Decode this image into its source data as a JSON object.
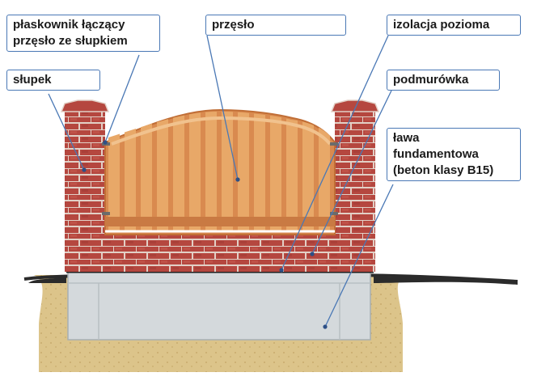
{
  "labels": {
    "plaskownik": {
      "line1": "płaskownik łączący",
      "line2": "przęsło ze słupkiem"
    },
    "przeslo": {
      "text": "przęsło"
    },
    "izolacja": {
      "text": "izolacja pozioma"
    },
    "slupek": {
      "text": "słupek"
    },
    "podmurowka": {
      "text": "podmurówka"
    },
    "lawa": {
      "line1": "ława",
      "line2": "fundamentowa",
      "line3": "(beton klasy B15)"
    }
  },
  "colors": {
    "brick": "#b5473f",
    "mortar": "#e2d0c6",
    "panel": "#d98a4f",
    "panel_slat": "#e8a868",
    "concrete": "#d4d9dc",
    "ground": "#dcc48a",
    "ground_top": "#2b2b2b",
    "leader": "#4a78b5",
    "label_border": "#4a78b5"
  }
}
